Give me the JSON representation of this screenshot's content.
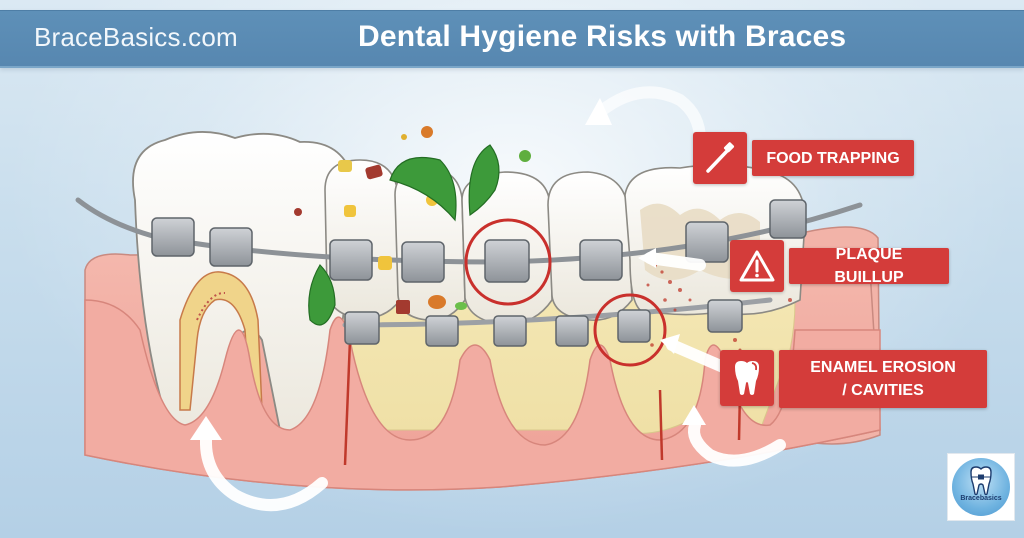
{
  "header": {
    "site_name": "BraceBasics.com",
    "title": "Dental Hygiene Risks with Braces"
  },
  "labels": [
    {
      "id": "food-trapping",
      "text": "FOOD TRAPPING",
      "icon": "toothbrush-icon"
    },
    {
      "id": "plaque-buildup",
      "text": "PLAQUE BUILLUP",
      "icon": "warning-icon"
    },
    {
      "id": "enamel-erosion",
      "text_line1": "ENAMEL EROSION",
      "text_line2": "/ CAVITIES",
      "icon": "tooth-icon"
    }
  ],
  "logo": {
    "text": "Bracebasics",
    "icon": "tooth-with-braces-icon"
  },
  "colors": {
    "header_bg": "#5b8cb5",
    "label_red": "#d43c3a",
    "gum_pink": "#f0a9a0",
    "tooth_white": "#f7f5ee",
    "plaque_yellow": "#f1e2a8",
    "bracket_gray": "#a9adb2",
    "highlight_circle": "#c9302c"
  }
}
